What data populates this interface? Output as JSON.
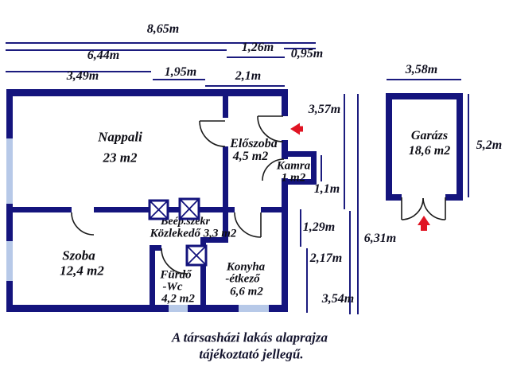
{
  "caption": {
    "line1": "A társasházi lakás alaprajza",
    "line2": "tájékoztató jellegű."
  },
  "dims": {
    "d8_65": "8,65m",
    "d6_44": "6,44m",
    "d1_26": "1,26m",
    "d0_95": "0,95m",
    "d3_49": "3,49m",
    "d1_95": "1,95m",
    "d2_1": "2,1m",
    "d3_58": "3,58m",
    "d5_2": "5,2m",
    "d3_57": "3,57m",
    "d1_1": "1,1m",
    "d1_29": "1,29m",
    "d2_17": "2,17m",
    "d3_54": "3,54m",
    "d6_31": "6,31m"
  },
  "rooms": {
    "nappali": {
      "name": "Nappali",
      "area": "23 m2"
    },
    "eloszoba": {
      "name": "Előszoba",
      "area": "4,5 m2"
    },
    "kamra": {
      "name": "Kamra",
      "area": "1 m2"
    },
    "szoba": {
      "name": "Szoba",
      "area": "12,4 m2"
    },
    "furdo": {
      "name": "Fürdő",
      "name2": "-Wc",
      "area": "4,2 m2"
    },
    "konyha": {
      "name": "Konyha",
      "name2": "-étkező",
      "area": "6,6 m2"
    },
    "garazs": {
      "name": "Garázs",
      "area": "18,6 m2"
    }
  },
  "labels": {
    "built_in_wardrobe": "Beép.szekr",
    "hallway": "Közlekedő 3,3 m2"
  },
  "colors": {
    "wall": "#14147d",
    "window_glass": "#b7c9e8",
    "dimension_line": "#1b1b7e",
    "text": "#101020",
    "entrance_arrow": "#e01423"
  }
}
